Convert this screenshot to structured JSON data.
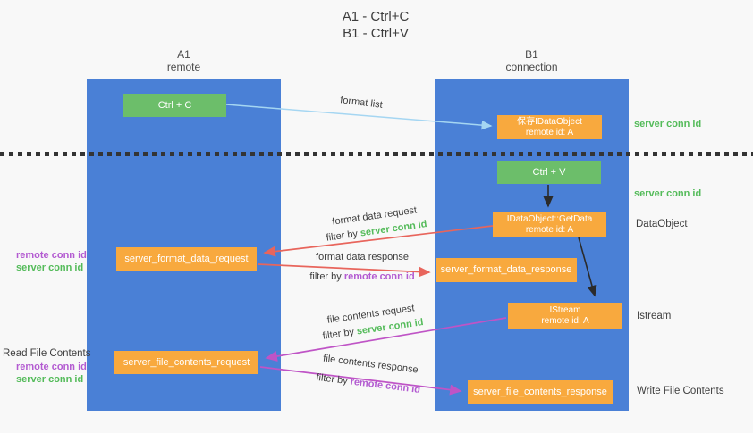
{
  "title": {
    "line1": "A1 - Ctrl+C",
    "line2": "B1 - Ctrl+V"
  },
  "lanes": {
    "left": {
      "name": "A1",
      "role": "remote"
    },
    "right": {
      "name": "B1",
      "role": "connection"
    }
  },
  "nodes": {
    "ctrl_c": {
      "label": "Ctrl + C"
    },
    "save_idataobject": {
      "line1": "保存IDataObject",
      "line2": "remote id: A"
    },
    "ctrl_v": {
      "label": "Ctrl + V"
    },
    "getdata": {
      "line1": "IDataObject::GetData",
      "line2": "remote id: A"
    },
    "server_format_data_request": {
      "label": "server_format_data_request"
    },
    "server_format_data_response": {
      "label": "server_format_data_response"
    },
    "istream": {
      "line1": "IStream",
      "line2": "remote id: A"
    },
    "server_file_contents_request": {
      "label": "server_file_contents_request"
    },
    "server_file_contents_response": {
      "label": "server_file_contents_response"
    }
  },
  "side_labels": {
    "server_conn_id_top": "server conn id",
    "server_conn_id_mid": "server conn id",
    "dataobject": "DataObject",
    "istream": "Istream",
    "write_file_contents": "Write File Contents",
    "read_file_contents": "Read File Contents",
    "left_ids_1": {
      "remote": "remote conn id",
      "server": "server conn id"
    },
    "left_ids_2": {
      "remote": "remote conn id",
      "server": "server conn id"
    }
  },
  "arrow_labels": {
    "format_list": "format list",
    "format_data_request": {
      "line1": "format data request",
      "filter_prefix": "filter by ",
      "filter_value": "server conn id"
    },
    "format_data_response": {
      "line1": "format data response",
      "filter_prefix": "filter by ",
      "filter_value": "remote conn id"
    },
    "file_contents_request": {
      "line1": "file contents request",
      "filter_prefix": "filter by ",
      "filter_value": "server conn id"
    },
    "file_contents_response": {
      "line1": "file contents response",
      "filter_prefix": "filter by ",
      "filter_value": "remote conn id"
    }
  },
  "colors": {
    "lane_blue": "#4a80d6",
    "box_green": "#6cbe6a",
    "box_orange": "#f8a93e",
    "arrow_red": "#e8655c",
    "arrow_magenta": "#bf54c6",
    "arrow_light_blue": "#a5d6f2",
    "arrow_black": "#2b2b2b",
    "text_green": "#54bb5a",
    "text_magenta": "#b35bd1",
    "text_dark": "#3d3d3d",
    "background": "#f8f8f8"
  }
}
